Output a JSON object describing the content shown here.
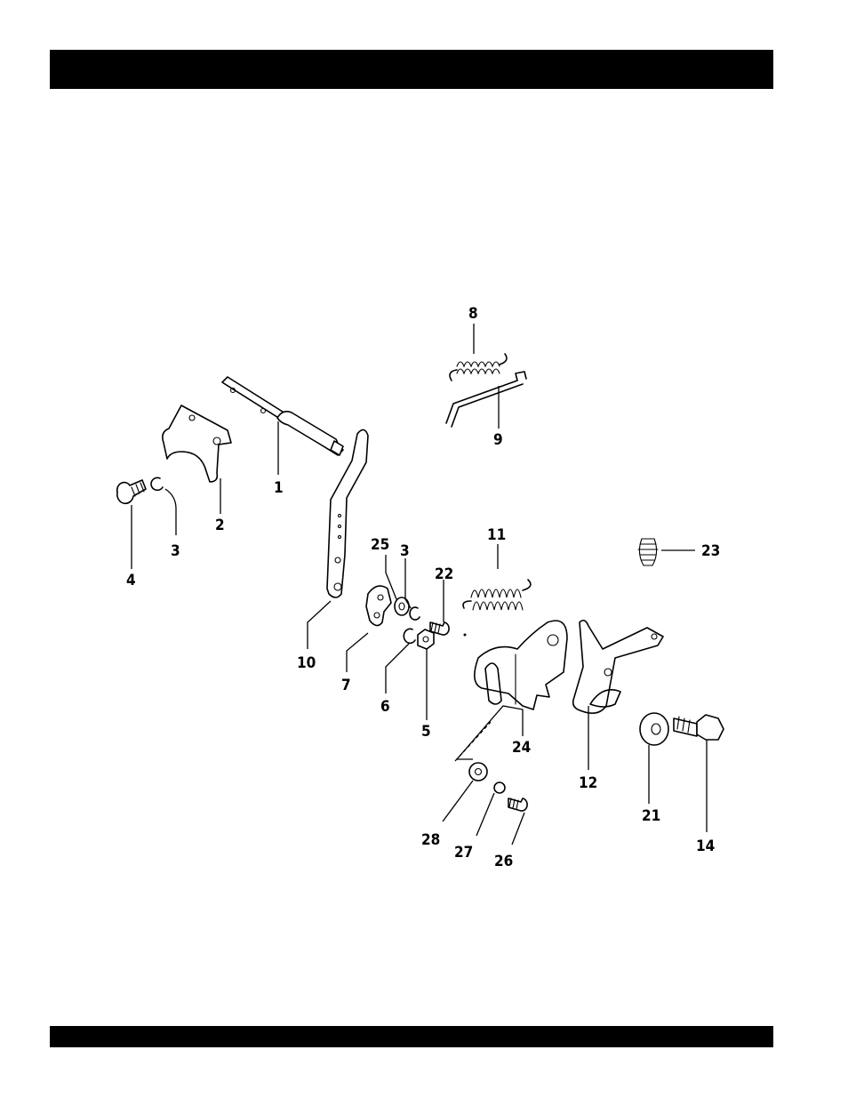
{
  "header": {
    "title": ""
  },
  "footer": {
    "text": ""
  },
  "diagram": {
    "labels": [
      "1",
      "2",
      "3",
      "4",
      "8",
      "9",
      "25",
      "3",
      "22",
      "11",
      "23",
      "10",
      "7",
      "6",
      "5",
      "24",
      "12",
      "21",
      "14",
      "28",
      "27",
      "26"
    ]
  }
}
